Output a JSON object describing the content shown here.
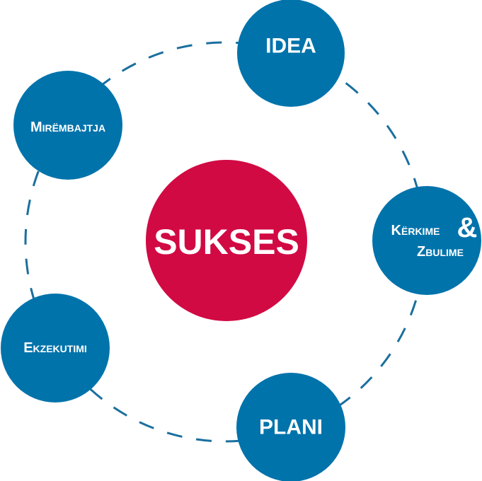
{
  "colors": {
    "node": "#0073ab",
    "center": "#d10a44",
    "ring": "#1a6f9e",
    "text": "#ffffff"
  },
  "center": {
    "label": "SUKSES"
  },
  "nodes": [
    {
      "id": "idea",
      "label": "IDEA"
    },
    {
      "id": "kerkime",
      "line1": "Kërkime",
      "amp": "&",
      "line2": "Zbulime"
    },
    {
      "id": "plani",
      "label": "PLANI"
    },
    {
      "id": "ekzekutimi",
      "label": "Ekzekutimi"
    },
    {
      "id": "mirembajtja",
      "label": "Mirëmbajtja"
    }
  ]
}
